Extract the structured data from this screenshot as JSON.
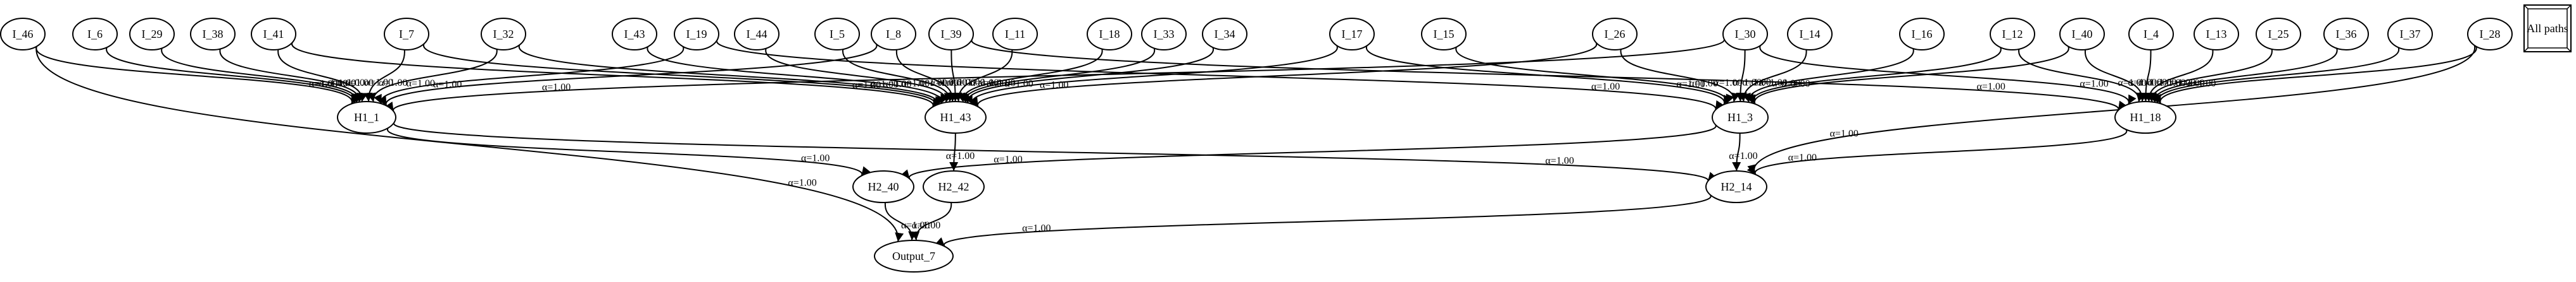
{
  "diagram": {
    "weight_label": "α=1.00",
    "legend_label": "All paths",
    "nodes": [
      "I_46",
      "I_6",
      "I_29",
      "I_38",
      "I_41",
      "I_7",
      "I_32",
      "I_43",
      "I_19",
      "I_44",
      "I_5",
      "I_8",
      "I_39",
      "I_11",
      "I_18",
      "I_33",
      "I_34",
      "I_17",
      "I_15",
      "I_26",
      "I_30",
      "I_14",
      "I_16",
      "I_12",
      "I_40",
      "I_4",
      "I_13",
      "I_25",
      "I_36",
      "I_37",
      "I_28",
      "H1_1",
      "H1_43",
      "H1_3",
      "H1_18",
      "H2_40",
      "H2_42",
      "H2_14",
      "Output_7"
    ],
    "edges": [
      [
        "I_46",
        "H1_1"
      ],
      [
        "I_6",
        "H1_1"
      ],
      [
        "I_29",
        "H1_1"
      ],
      [
        "I_38",
        "H1_1"
      ],
      [
        "I_41",
        "H1_1"
      ],
      [
        "I_7",
        "H1_1"
      ],
      [
        "I_32",
        "H1_1"
      ],
      [
        "I_19",
        "H1_1"
      ],
      [
        "I_8",
        "H1_1"
      ],
      [
        "I_30",
        "H1_1"
      ],
      [
        "I_41",
        "H1_43"
      ],
      [
        "I_7",
        "H1_43"
      ],
      [
        "I_32",
        "H1_43"
      ],
      [
        "I_43",
        "H1_43"
      ],
      [
        "I_44",
        "H1_43"
      ],
      [
        "I_5",
        "H1_43"
      ],
      [
        "I_8",
        "H1_43"
      ],
      [
        "I_39",
        "H1_43"
      ],
      [
        "I_11",
        "H1_43"
      ],
      [
        "I_18",
        "H1_43"
      ],
      [
        "I_33",
        "H1_43"
      ],
      [
        "I_34",
        "H1_43"
      ],
      [
        "I_17",
        "H1_43"
      ],
      [
        "I_26",
        "H1_43"
      ],
      [
        "I_19",
        "H1_3"
      ],
      [
        "I_17",
        "H1_3"
      ],
      [
        "I_15",
        "H1_3"
      ],
      [
        "I_26",
        "H1_3"
      ],
      [
        "I_30",
        "H1_3"
      ],
      [
        "I_14",
        "H1_3"
      ],
      [
        "I_16",
        "H1_3"
      ],
      [
        "I_12",
        "H1_3"
      ],
      [
        "I_40",
        "H1_3"
      ],
      [
        "I_39",
        "H1_18"
      ],
      [
        "I_30",
        "H1_18"
      ],
      [
        "I_12",
        "H1_18"
      ],
      [
        "I_40",
        "H1_18"
      ],
      [
        "I_4",
        "H1_18"
      ],
      [
        "I_13",
        "H1_18"
      ],
      [
        "I_25",
        "H1_18"
      ],
      [
        "I_36",
        "H1_18"
      ],
      [
        "I_37",
        "H1_18"
      ],
      [
        "I_28",
        "H1_18"
      ],
      [
        "H1_1",
        "H2_40"
      ],
      [
        "H1_1",
        "H2_14"
      ],
      [
        "H1_43",
        "H2_42"
      ],
      [
        "H1_3",
        "H2_40"
      ],
      [
        "H1_3",
        "H2_14"
      ],
      [
        "H1_18",
        "H2_14"
      ],
      [
        "I_28",
        "H2_14"
      ],
      [
        "I_46",
        "Output_7"
      ],
      [
        "H2_40",
        "Output_7"
      ],
      [
        "H2_42",
        "Output_7"
      ],
      [
        "H2_14",
        "Output_7"
      ]
    ]
  }
}
